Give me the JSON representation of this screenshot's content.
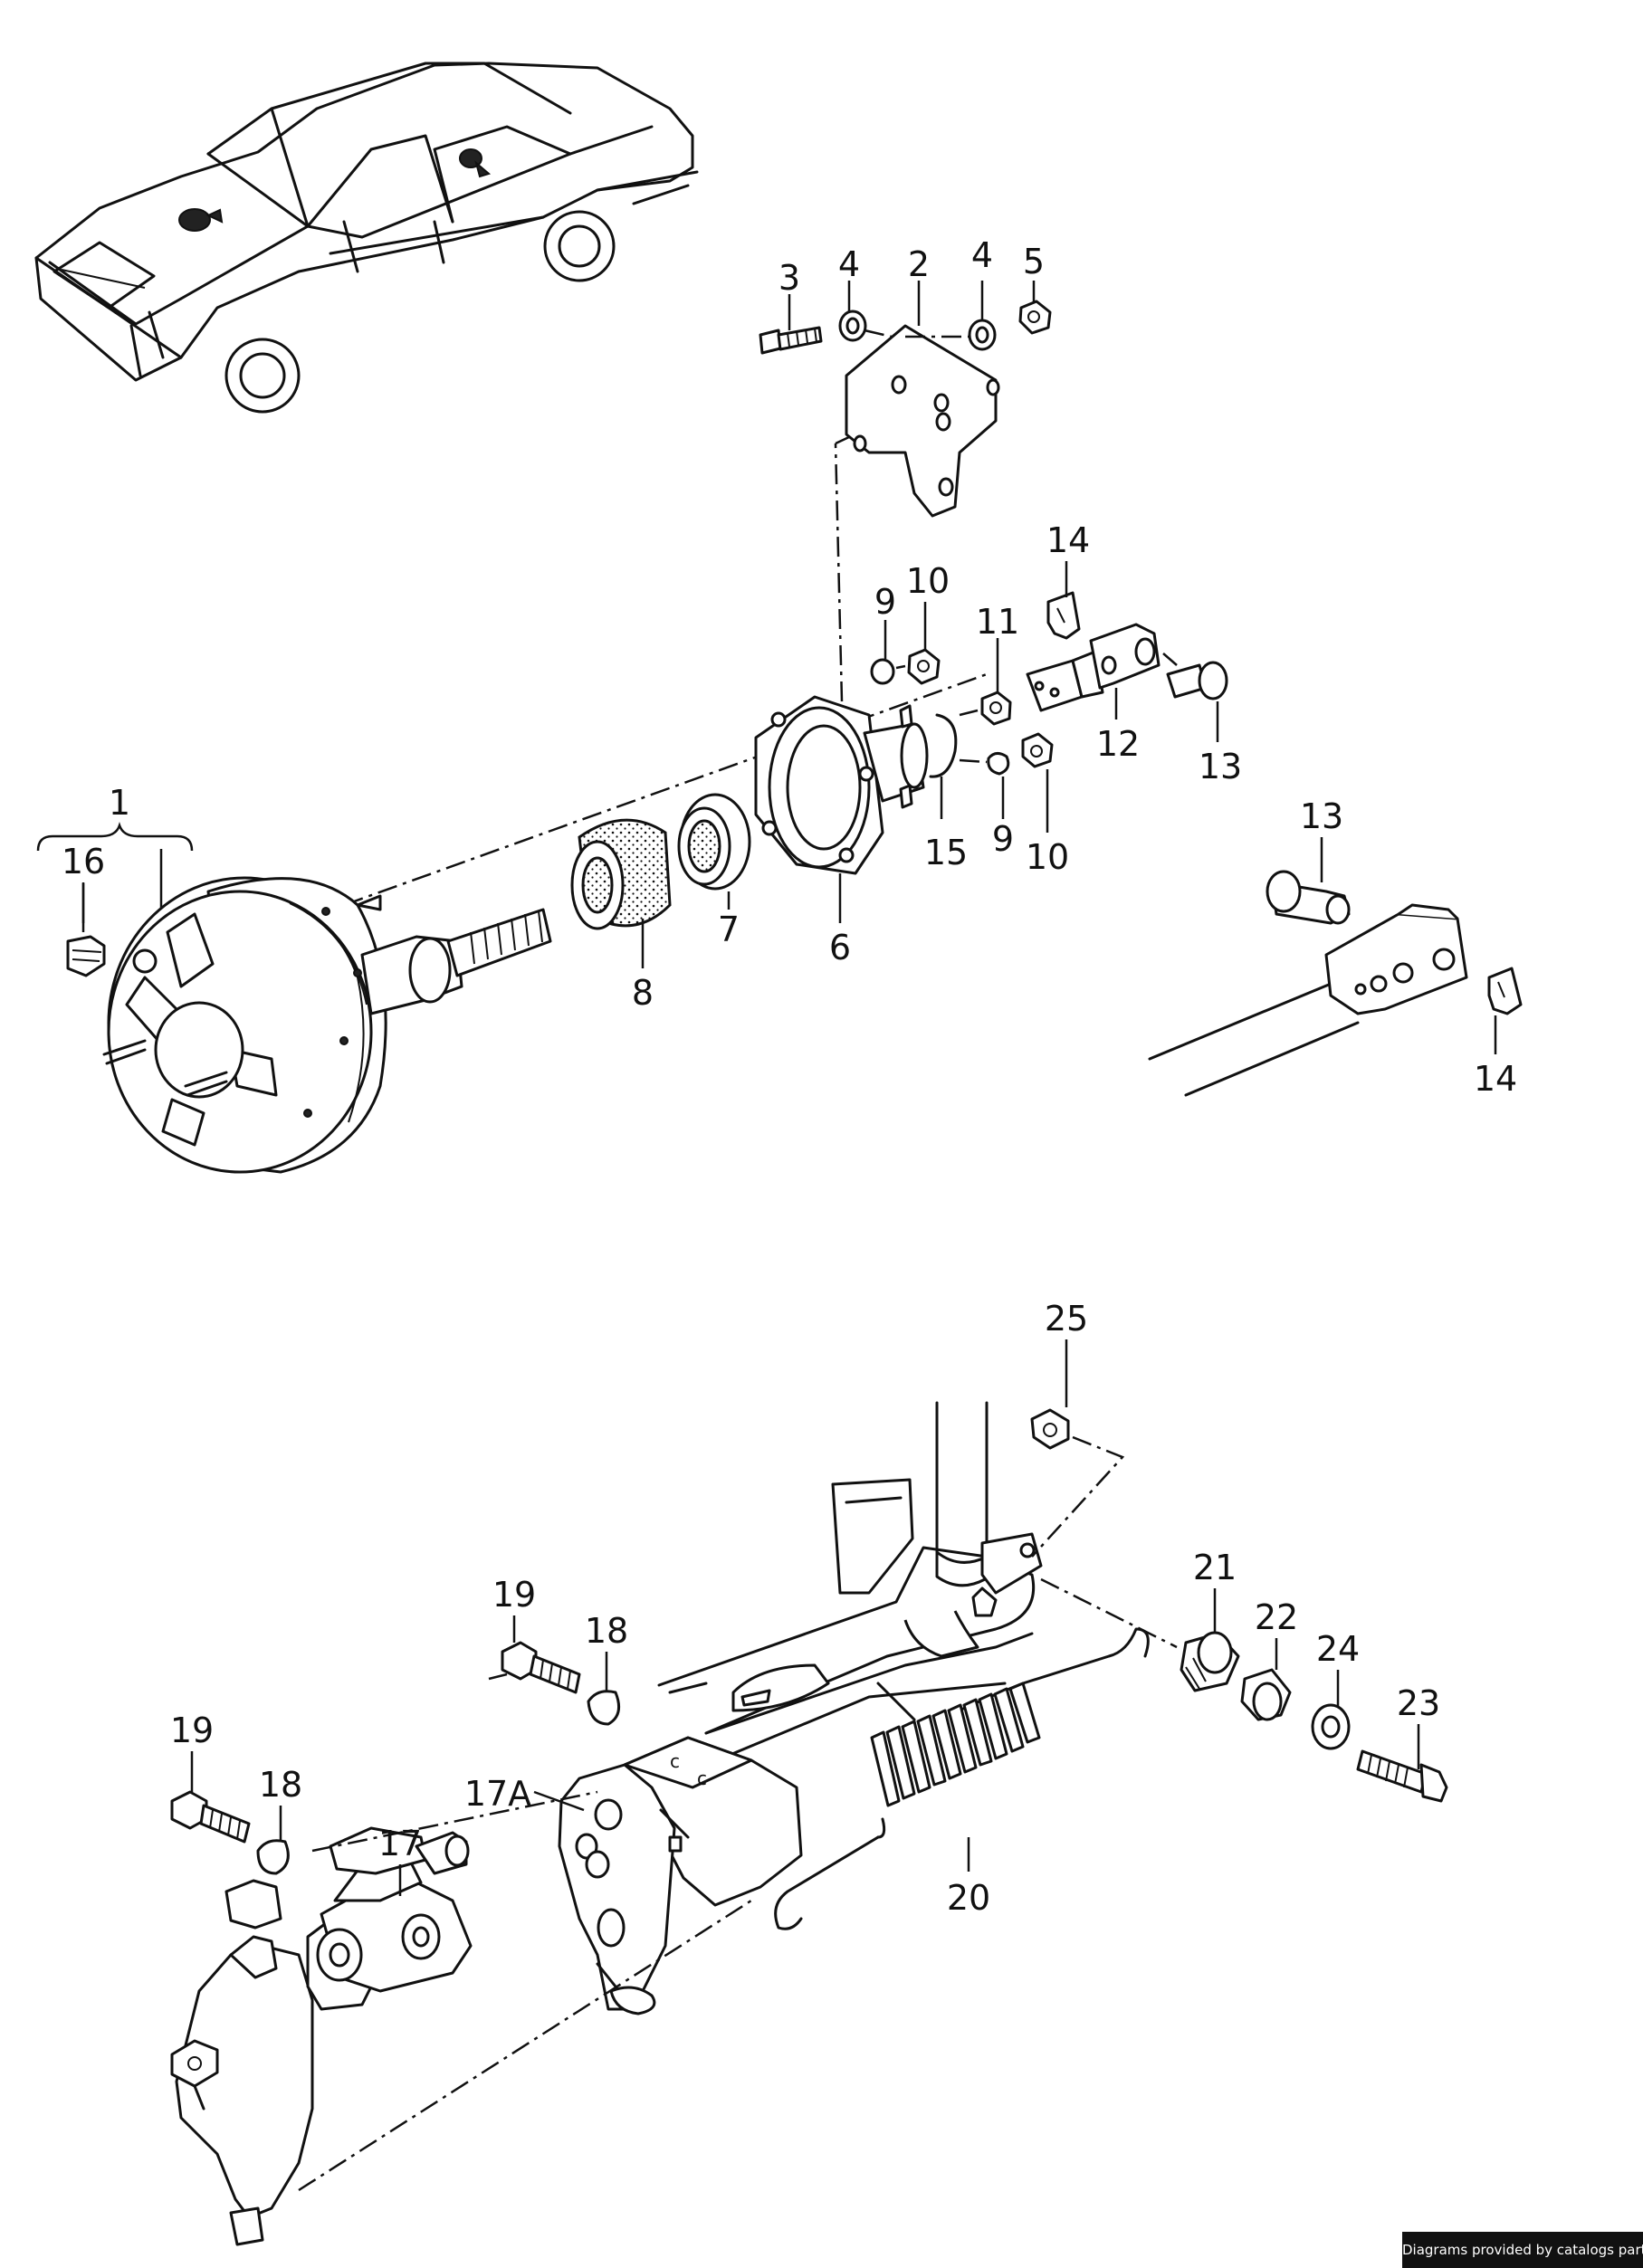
{
  "diagram": {
    "callouts": [
      {
        "id": "c1",
        "label": "1"
      },
      {
        "id": "c16",
        "label": "16"
      },
      {
        "id": "c3",
        "label": "3"
      },
      {
        "id": "c4a",
        "label": "4"
      },
      {
        "id": "c2",
        "label": "2"
      },
      {
        "id": "c4b",
        "label": "4"
      },
      {
        "id": "c5",
        "label": "5"
      },
      {
        "id": "c14a",
        "label": "14"
      },
      {
        "id": "c9a",
        "label": "9"
      },
      {
        "id": "c10a",
        "label": "10"
      },
      {
        "id": "c11",
        "label": "11"
      },
      {
        "id": "c12",
        "label": "12"
      },
      {
        "id": "c13a",
        "label": "13"
      },
      {
        "id": "c15",
        "label": "15"
      },
      {
        "id": "c9b",
        "label": "9"
      },
      {
        "id": "c10b",
        "label": "10"
      },
      {
        "id": "c6",
        "label": "6"
      },
      {
        "id": "c7",
        "label": "7"
      },
      {
        "id": "c8",
        "label": "8"
      },
      {
        "id": "c13b",
        "label": "13"
      },
      {
        "id": "c14b",
        "label": "14"
      },
      {
        "id": "c25",
        "label": "25"
      },
      {
        "id": "c21",
        "label": "21"
      },
      {
        "id": "c22",
        "label": "22"
      },
      {
        "id": "c24",
        "label": "24"
      },
      {
        "id": "c23",
        "label": "23"
      },
      {
        "id": "c19a",
        "label": "19"
      },
      {
        "id": "c18a",
        "label": "18"
      },
      {
        "id": "c19b",
        "label": "19"
      },
      {
        "id": "c18b",
        "label": "18"
      },
      {
        "id": "c17",
        "label": "17"
      },
      {
        "id": "c17A",
        "label": "17A"
      },
      {
        "id": "c20",
        "label": "20"
      }
    ]
  },
  "footer": {
    "credit": "Diagrams provided by catalogs parts"
  }
}
